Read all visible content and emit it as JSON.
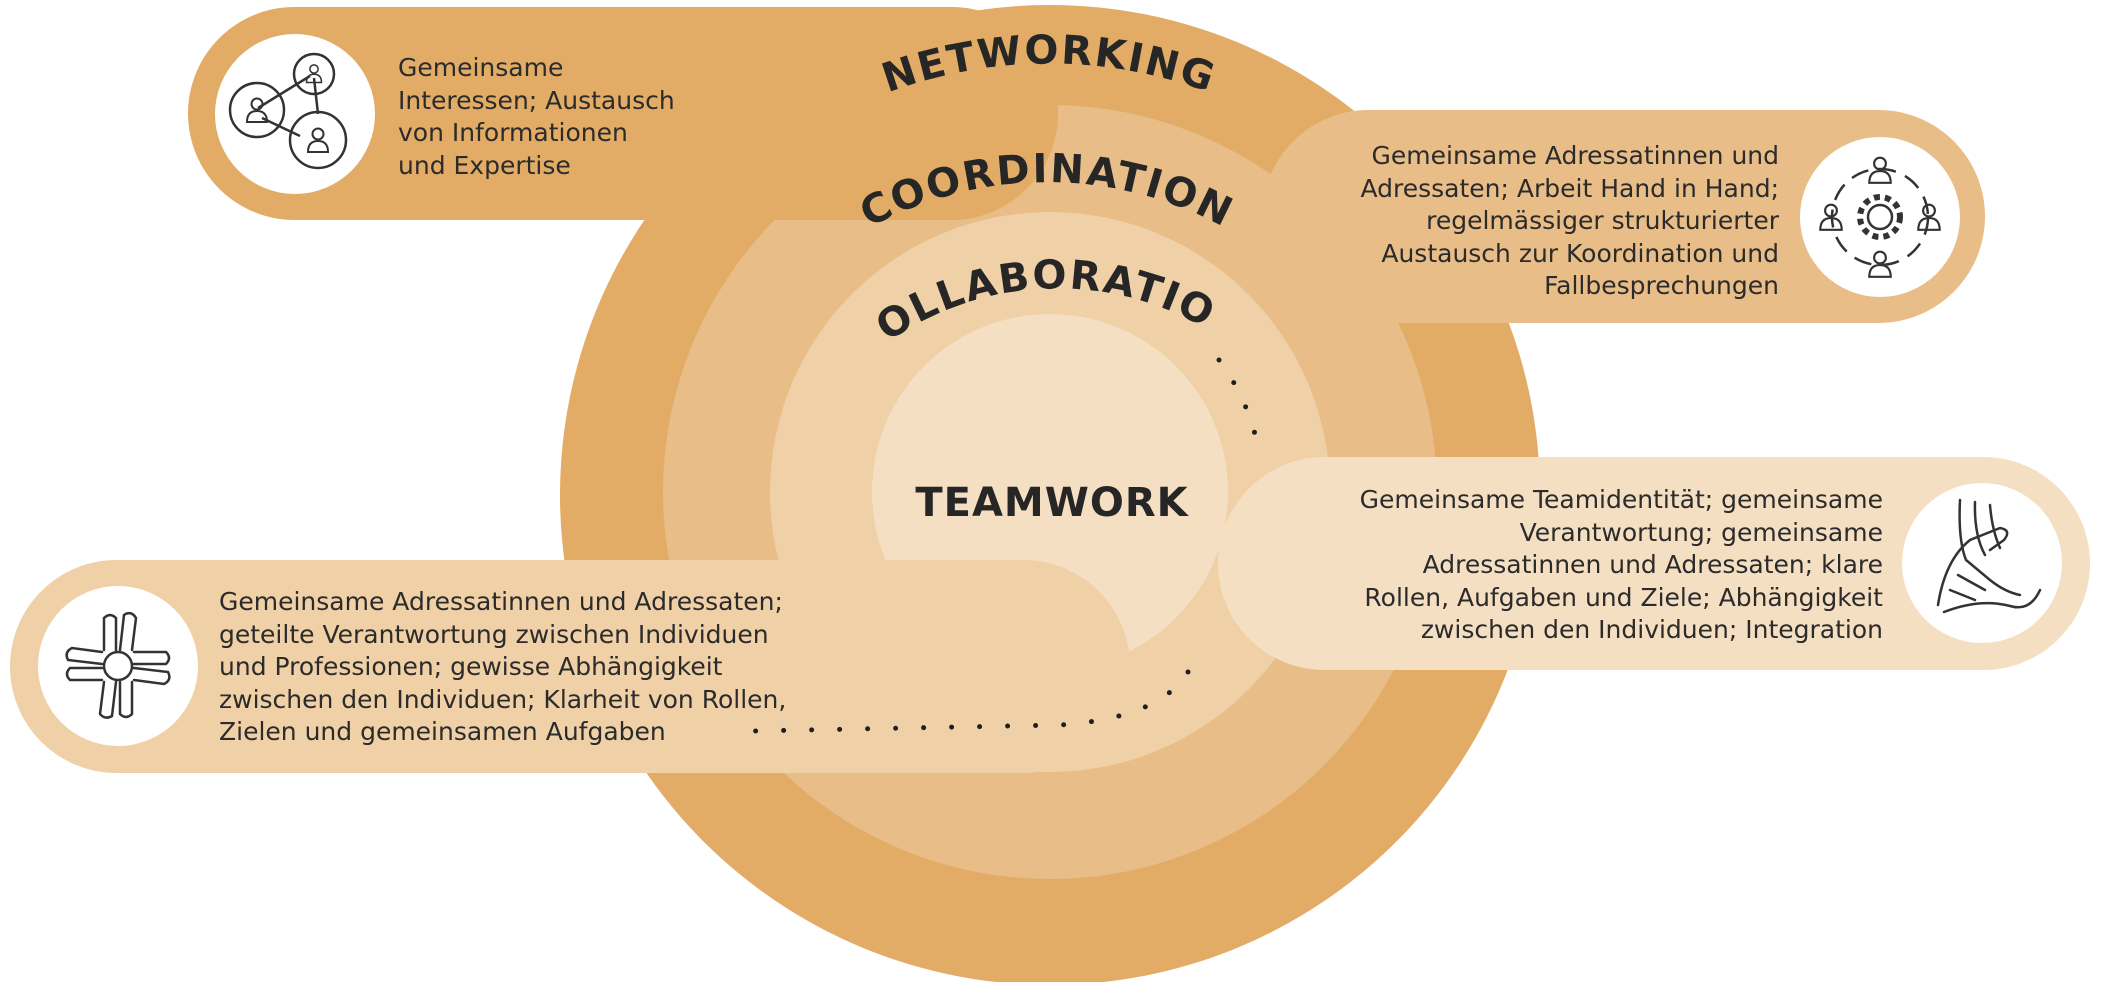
{
  "levels": {
    "networking": "NETWORKING",
    "coordination": "COORDINATION",
    "collaboration": "COLLABORATION",
    "teamwork": "TEAMWORK"
  },
  "networking_description": [
    "Gemeinsame",
    "Interessen; Austausch",
    "von Informationen",
    "und Expertise"
  ],
  "coordination_description": [
    "Gemeinsame Adressatinnen und",
    "Adressaten; Arbeit Hand in Hand;",
    "regelmässiger strukturierter",
    "Austausch zur Koordination und",
    "Fallbesprechungen"
  ],
  "teamwork_description": [
    "Gemeinsame Teamidentität; gemeinsame",
    "Verantwortung; gemeinsame",
    "Adressatinnen und Adressaten; klare",
    "Rollen, Aufgaben und Ziele; Abhängigkeit",
    "zwischen den Individuen; Integration"
  ],
  "collaboration_description": [
    "Gemeinsame Adressatinnen und Adressaten;",
    "geteilte Verantwortung zwischen Individuen",
    "und Professionen; gewisse Abhängigkeit",
    "zwischen den Individuen; Klarheit von Rollen,",
    "Zielen und gemeinsamen Aufgaben"
  ],
  "icons": {
    "networking": "network-people-icon",
    "coordination": "people-around-gear-icon",
    "teamwork": "stacked-hands-icon",
    "collaboration": "interlocked-hands-icon"
  },
  "colors": {
    "networking": "#e2ac66",
    "coordination": "#e8bd88",
    "collaboration": "#f0d0a6",
    "teamwork": "#f5dfc2",
    "text": "#262626"
  }
}
